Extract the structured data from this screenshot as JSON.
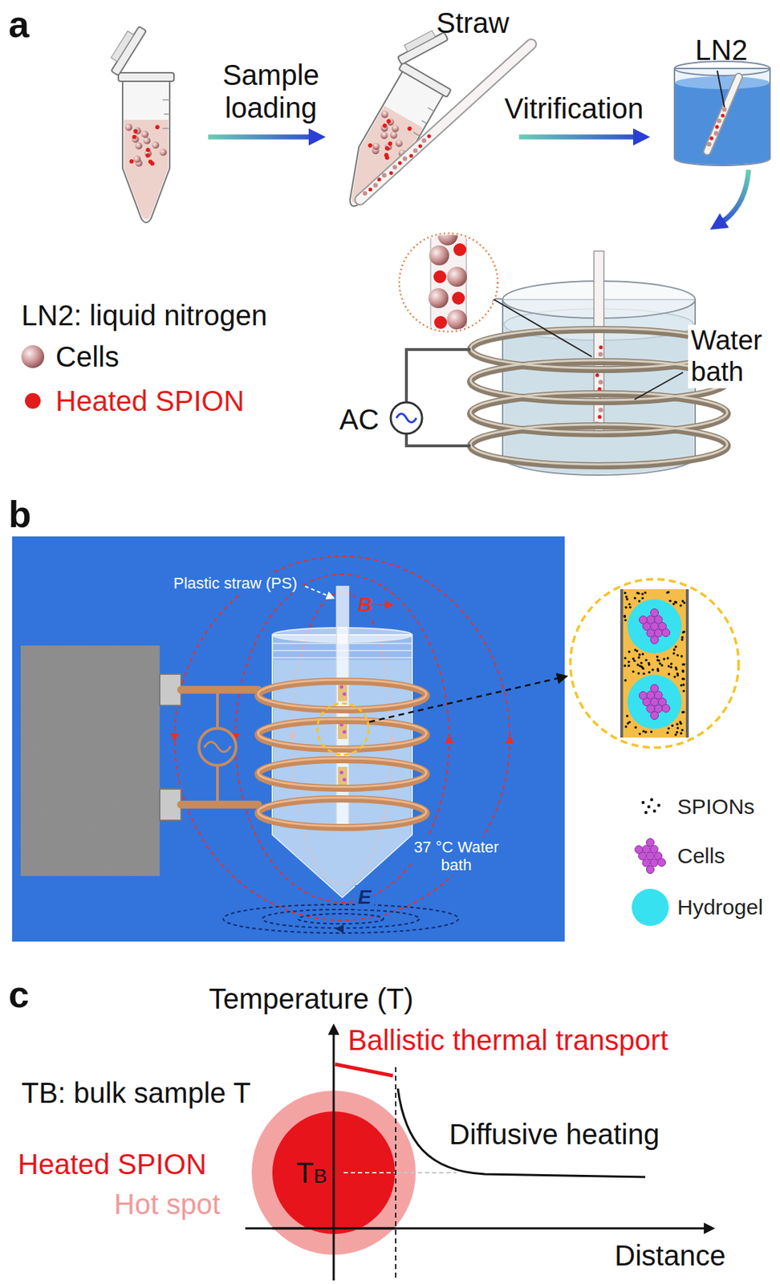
{
  "diagram": {
    "nodes": [
      {
        "text": [
          "TB"
        ]
      }
    ],
    "labels": [
      "a",
      "Sample loading",
      "Straw",
      "Vitrification",
      "LN2",
      "LN2: liquid nitrogen",
      "Water bath",
      "AC",
      "b",
      "Plastic straw (PS)",
      "B",
      "37 °C Water bath",
      "E",
      "c",
      "Temperature (T)",
      "Ballistic thermal transport",
      "TB: bulk sample T",
      "Heated SPION",
      "Hot spot",
      "Diffusive heating",
      "Distance"
    ],
    "legend": [
      {
        "text": "Cells"
      },
      {
        "text": "Heated SPION",
        "color": "#e31b1b"
      },
      {
        "text": "SPIONs"
      },
      {
        "text": "Cells"
      },
      {
        "text": "Hydrogel",
        "color": "#38e1ef"
      }
    ]
  }
}
